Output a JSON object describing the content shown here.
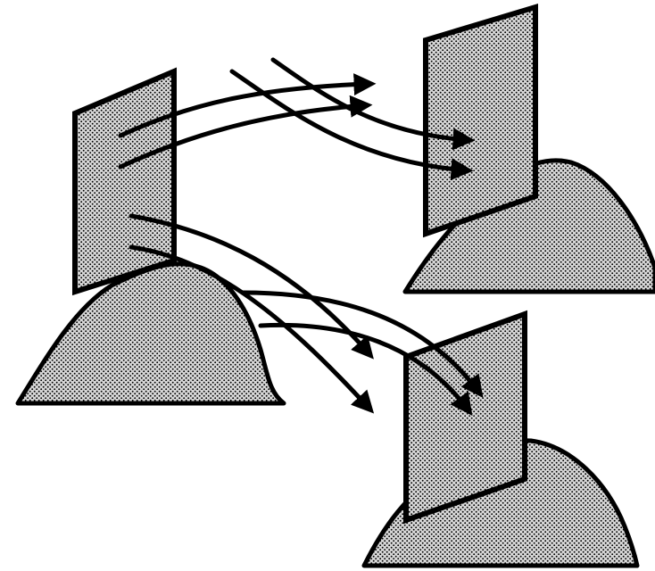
{
  "figure": {
    "icons": [
      "hill-icon",
      "receiver-panel-icon",
      "arrow-icon"
    ],
    "colors": {
      "outline": "#000000",
      "background": "#ffffff",
      "stipple_fill": "#d6d6d6",
      "stipple_dot": "#000000"
    },
    "groups": [
      {
        "name": "source-antenna-group",
        "role": "source"
      },
      {
        "name": "upper-right-receiver-group",
        "role": "receiver"
      },
      {
        "name": "lower-right-receiver-group",
        "role": "receiver"
      }
    ],
    "arrow_count": 8
  }
}
